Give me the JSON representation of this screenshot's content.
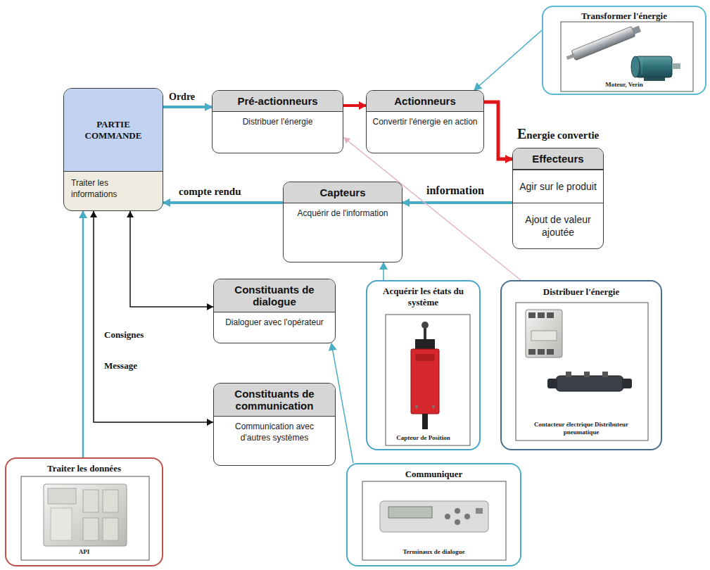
{
  "diagram": {
    "nodes": [
      {
        "text": [
          "PARTIE COMMANDE",
          "Traiter les informations"
        ]
      },
      {
        "text": [
          "Pré-actionneurs",
          "Distribuer l'énergie"
        ]
      },
      {
        "text": [
          "Actionneurs",
          "Convertir l'énergie en action"
        ]
      },
      {
        "text": [
          "Effecteurs",
          "Agir sur le produit",
          "Ajout de valeur ajoutée"
        ]
      },
      {
        "text": [
          "Capteurs",
          "Acquérir de l'information"
        ]
      },
      {
        "text": [
          "Constituants de dialogue",
          "Dialoguer avec l'opérateur"
        ]
      },
      {
        "text": [
          "Constituants de communication",
          "Communication avec d'autres systèmes"
        ]
      },
      {
        "text": [
          "Transformer l'énergie",
          "Moteur, Verin"
        ]
      },
      {
        "text": [
          "Acquérir les états du système",
          "Capteur de Position"
        ]
      },
      {
        "text": [
          "Distribuer l'énergie",
          "Contacteur électrique Distributeur pneumatique"
        ]
      },
      {
        "text": [
          "Traiter les données",
          "API"
        ]
      },
      {
        "text": [
          "Communiquer",
          "Terminaux de dialogue"
        ]
      }
    ],
    "edges": [
      {
        "from": 0,
        "to": 1,
        "arrow": "to",
        "label": "Ordre"
      },
      {
        "from": 1,
        "to": 2,
        "arrow": "to"
      },
      {
        "from": 2,
        "to": 3,
        "arrow": "to",
        "label": "Energie convertie"
      },
      {
        "from": 3,
        "to": 4,
        "arrow": "to",
        "label": "information"
      },
      {
        "from": 4,
        "to": 0,
        "arrow": "to",
        "label": "compte rendu"
      },
      {
        "from": 0,
        "to": 5,
        "arrow": "both"
      },
      {
        "from": 0,
        "to": 6,
        "arrow": "both"
      },
      {
        "from": 10,
        "to": 0,
        "arrow": "to"
      },
      {
        "from": 7,
        "to": 2,
        "arrow": "to"
      },
      {
        "from": 9,
        "to": 1,
        "arrow": "to"
      },
      {
        "from": 8,
        "to": 4,
        "arrow": "to"
      },
      {
        "from": 11,
        "to": 5,
        "arrow": "to"
      }
    ],
    "labels": [
      "Consignes",
      "Message"
    ]
  }
}
